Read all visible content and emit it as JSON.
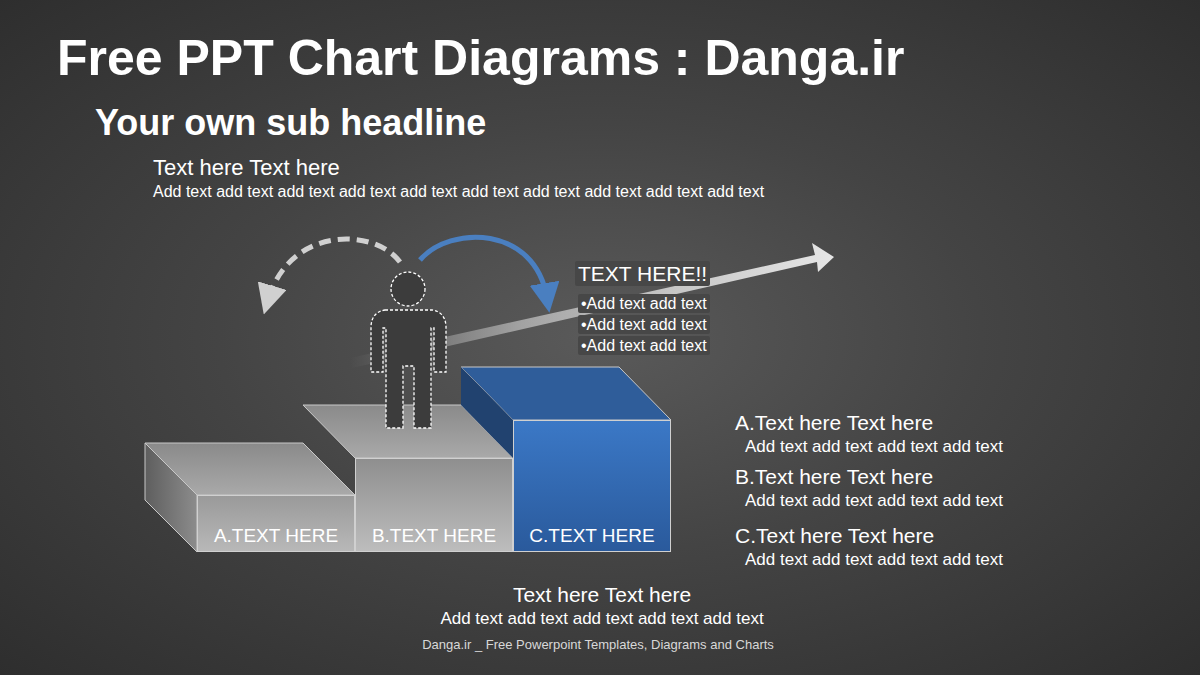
{
  "diagram": {
    "title": "Free PPT Chart Diagrams : Danga.ir",
    "caption": "Danga.ir _ Free Powerpoint Templates, Diagrams and Charts",
    "nodes": [
      {
        "text": [
          "A.TEXT HERE"
        ]
      },
      {
        "text": [
          "B.TEXT HERE"
        ]
      },
      {
        "text": [
          "C.TEXT HERE"
        ]
      }
    ],
    "labels": [
      "Your own sub headline",
      "Text here Text here",
      "Add text add text add text add text add text add text add text add text add text add text",
      "TEXT HERE!!",
      "•Add text add text",
      "•Add text add text",
      "•Add text add text",
      "A.Text here Text here",
      "Add text add text add text add text",
      "B.Text here Text here",
      "Add text add text add text add text",
      "C.Text here Text here",
      "Add text add text add text add text",
      "Text here Text here",
      "Add text add text add text add text add text"
    ]
  }
}
